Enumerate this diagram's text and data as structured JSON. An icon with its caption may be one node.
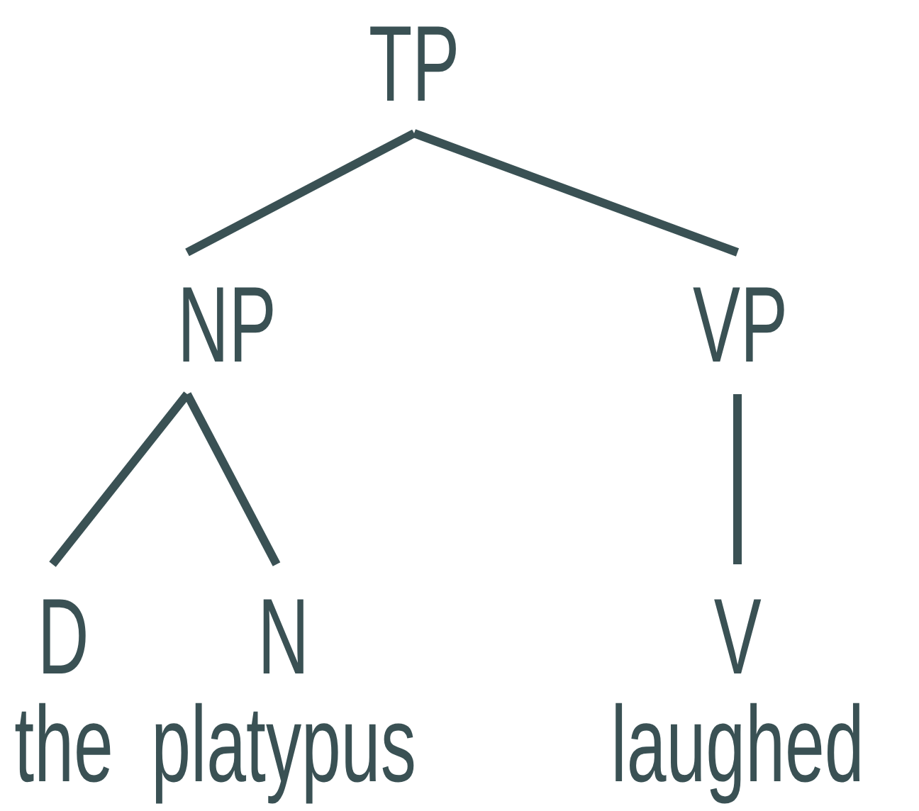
{
  "diagram": {
    "nodes": [
      {
        "text": [
          "TP"
        ]
      },
      {
        "text": [
          "NP"
        ]
      },
      {
        "text": [
          "VP"
        ]
      },
      {
        "text": [
          "D",
          "the"
        ]
      },
      {
        "text": [
          "N",
          "platypus"
        ]
      },
      {
        "text": [
          "V",
          "laughed"
        ]
      }
    ],
    "edges": [
      {
        "from": 0,
        "to": 1,
        "arrow": "none"
      },
      {
        "from": 0,
        "to": 2,
        "arrow": "none"
      },
      {
        "from": 1,
        "to": 3,
        "arrow": "none"
      },
      {
        "from": 1,
        "to": 4,
        "arrow": "none"
      },
      {
        "from": 2,
        "to": 5,
        "arrow": "none"
      }
    ]
  }
}
